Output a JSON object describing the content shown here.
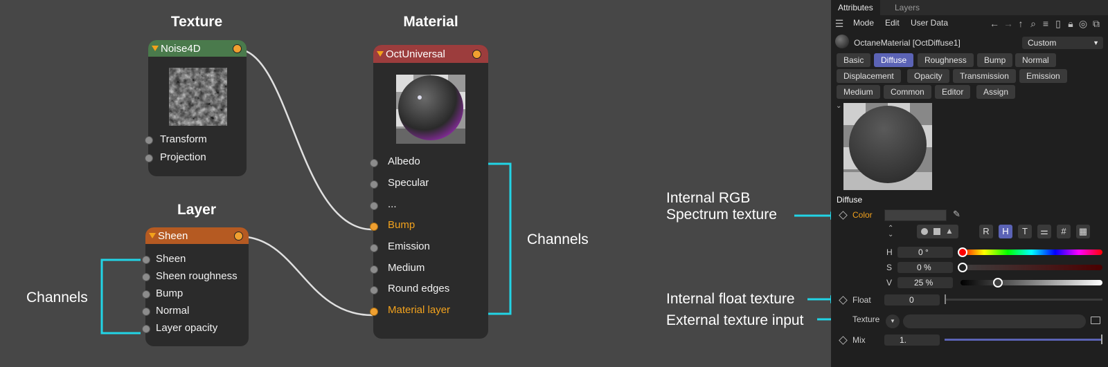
{
  "texture_node": {
    "title": "Texture",
    "header_label": "Noise4D",
    "header_color": "#4a7a4c",
    "ports": [
      "Transform",
      "Projection"
    ]
  },
  "layer_node": {
    "title": "Layer",
    "header_label": "Sheen",
    "header_color": "#b55a22",
    "ports": [
      "Sheen",
      "Sheen roughness",
      "Bump",
      "Normal",
      "Layer opacity"
    ]
  },
  "material_node": {
    "title": "Material",
    "header_label": "OctUniversal",
    "header_color": "#9c3d3d",
    "ports": [
      "Albedo",
      "Specular",
      "...",
      "Bump",
      "Emission",
      "Medium",
      "Round edges",
      "Material layer"
    ],
    "active_ports": [
      "Bump",
      "Material layer"
    ]
  },
  "annotations": {
    "channels_left": "Channels",
    "channels_right": "Channels",
    "rgb_line1": "Internal RGB",
    "rgb_line2": "Spectrum texture",
    "float_tex": "Internal float texture",
    "external_tex": "External texture input",
    "accent_color": "#22d4e6"
  },
  "panel": {
    "tabs": [
      "Attributes",
      "Layers"
    ],
    "menu": [
      "Mode",
      "Edit",
      "User Data"
    ],
    "material_name": "OctaneMaterial [OctDiffuse1]",
    "preset": "Custom",
    "channel_tabs_row1": [
      "Basic",
      "Diffuse",
      "Roughness",
      "Bump",
      "Normal"
    ],
    "channel_tabs_row2": [
      "Displacement",
      "Opacity",
      "Transmission",
      "Emission"
    ],
    "channel_tabs_row3": [
      "Medium",
      "Common",
      "Editor",
      "Assign"
    ],
    "active_tab": "Diffuse",
    "section_title": "Diffuse",
    "color_label": "Color",
    "mode_buttons": [
      "R",
      "H",
      "T",
      "#"
    ],
    "h_label": "H",
    "h_value": "0 °",
    "s_label": "S",
    "s_value": "0 %",
    "v_label": "V",
    "v_value": "25 %",
    "float_label": "Float",
    "float_value": "0",
    "texture_label": "Texture",
    "mix_label": "Mix",
    "mix_value": "1."
  }
}
